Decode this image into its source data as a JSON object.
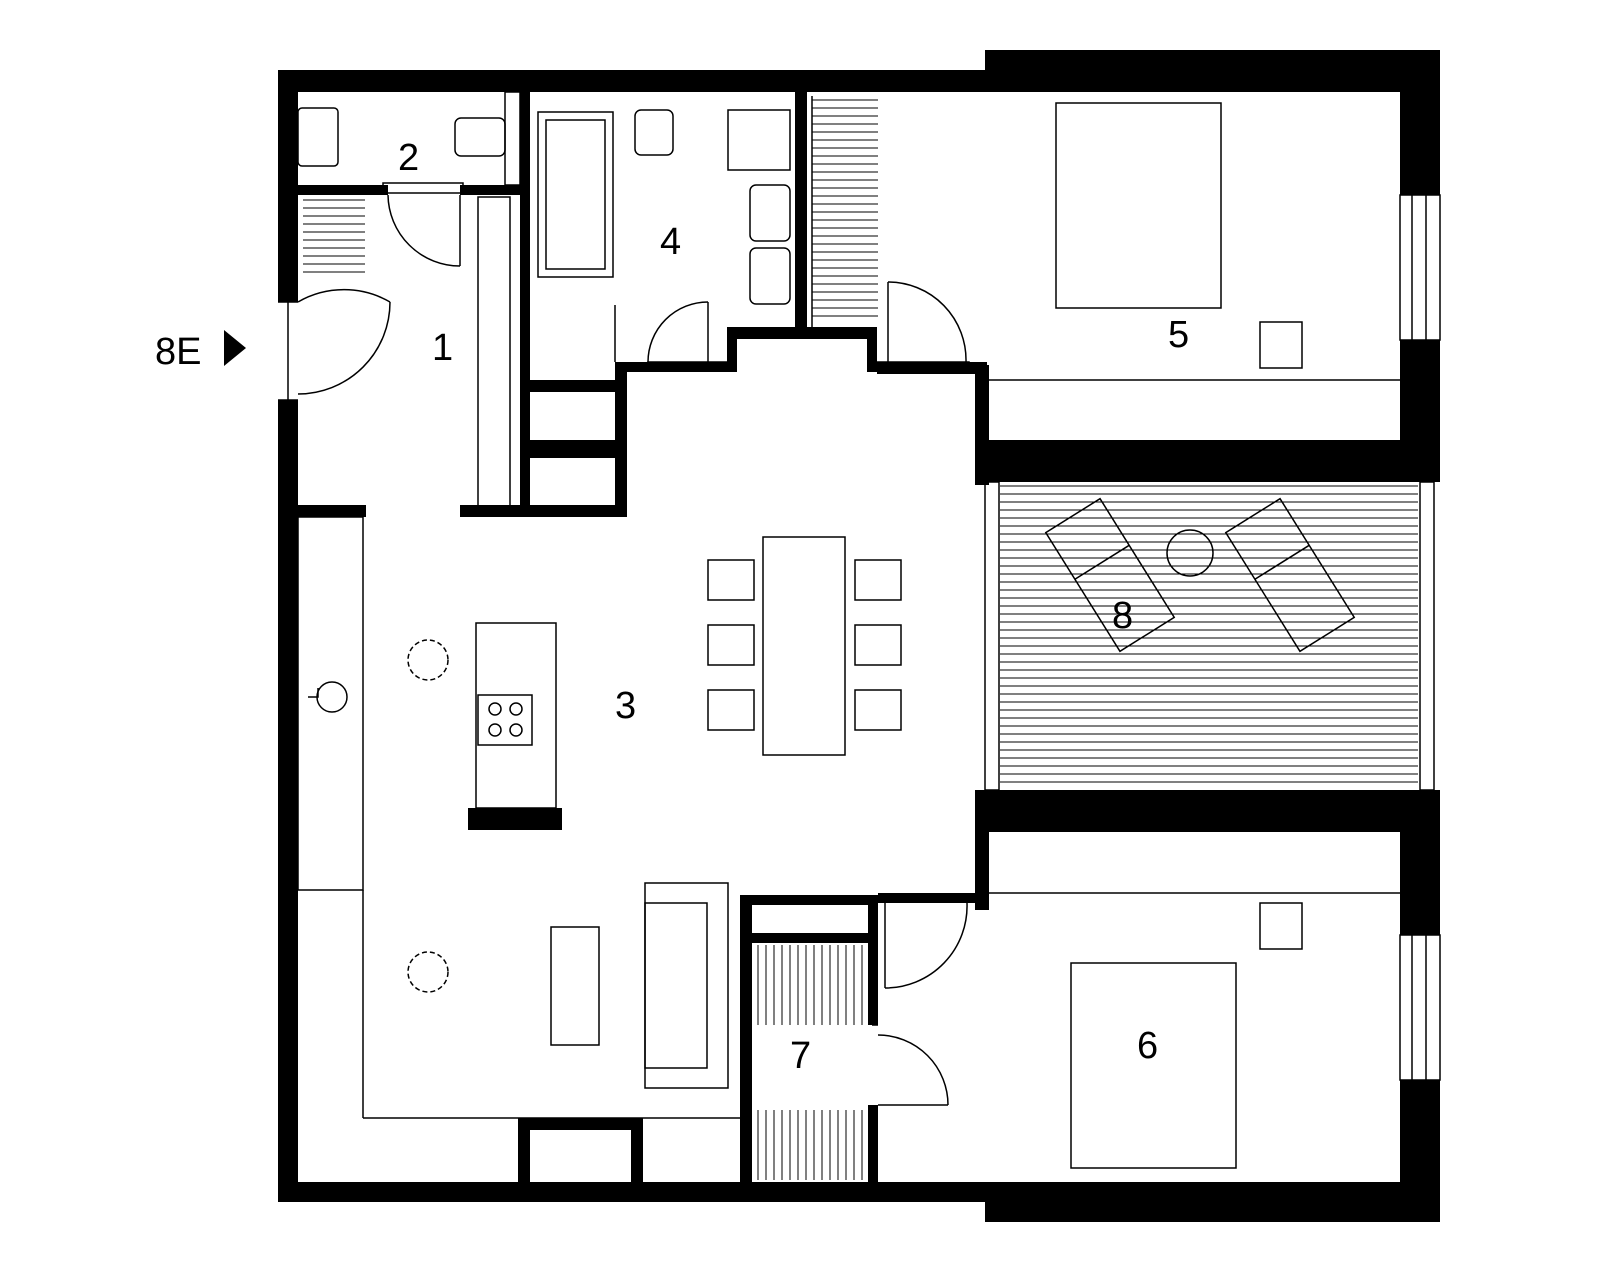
{
  "entrance_label": "8E",
  "rooms": [
    {
      "id": "1",
      "label": "1"
    },
    {
      "id": "2",
      "label": "2"
    },
    {
      "id": "3",
      "label": "3"
    },
    {
      "id": "4",
      "label": "4"
    },
    {
      "id": "5",
      "label": "5"
    },
    {
      "id": "6",
      "label": "6"
    },
    {
      "id": "7",
      "label": "7"
    },
    {
      "id": "8",
      "label": "8"
    }
  ],
  "colors": {
    "wall": "#000000",
    "line": "#000000",
    "background": "#ffffff"
  }
}
